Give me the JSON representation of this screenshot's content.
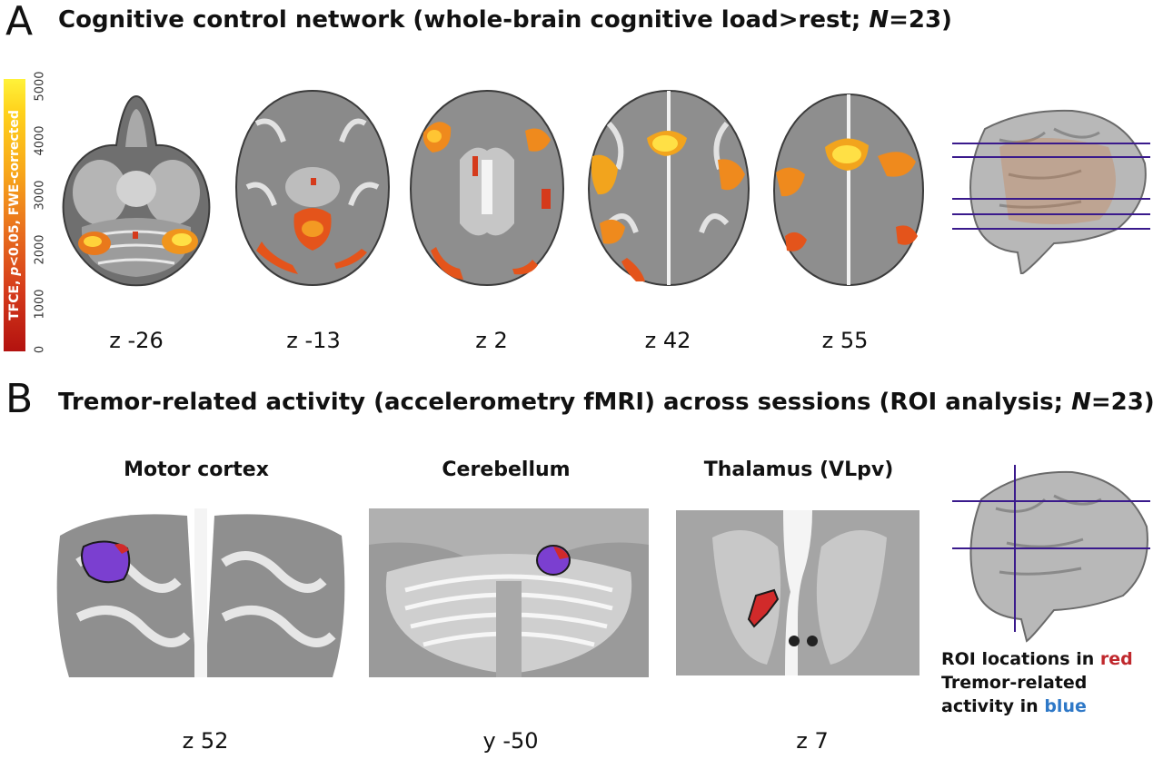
{
  "panel_a": {
    "letter": "A",
    "title_pre": "Cognitive control network (whole-brain cognitive load>rest; ",
    "title_n": "N",
    "title_post": "=23)",
    "colorbar": {
      "label_pre": "TFCE, ",
      "label_p": "p",
      "label_post": "<0.05, FWE-corrected",
      "ticks": [
        "5000",
        "4000",
        "3000",
        "2000",
        "1000",
        "0"
      ],
      "colors": [
        "#fff23a",
        "#f7a51a",
        "#e9711d",
        "#b3120f"
      ]
    },
    "slices": [
      "z -26",
      "z -13",
      "z 2",
      "z 42",
      "z 55"
    ]
  },
  "panel_b": {
    "letter": "B",
    "title_pre": "Tremor-related activity (accelerometry fMRI) across sessions (ROI analysis; ",
    "title_n": "N",
    "title_post": "=23)",
    "regions": [
      {
        "title": "Motor cortex",
        "slice": "z 52"
      },
      {
        "title": "Cerebellum",
        "slice": "y -50"
      },
      {
        "title": "Thalamus (VLpv)",
        "slice": "z 7"
      }
    ],
    "legend": {
      "line1_pre": "ROI locations in ",
      "line1_color_word": "red",
      "line2": "Tremor-related",
      "line3_pre": "activity in ",
      "line3_color_word": "blue",
      "red_color": "#c0282d",
      "blue_color": "#2e78c7"
    }
  },
  "colors": {
    "roi_red": "#d12a2a",
    "tremor_purple": "#7b3fd0",
    "crosshair": "#3a1a8c"
  }
}
